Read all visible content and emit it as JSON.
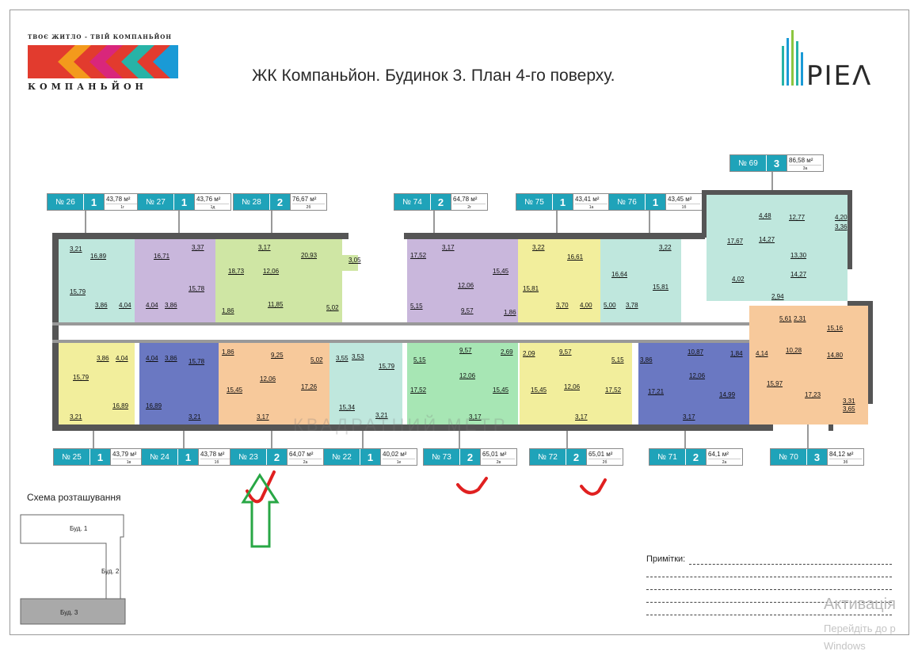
{
  "header": {
    "title": "ЖК Компаньйон. Будинок 3. План 4-го поверху.",
    "brand_tagline": "ТВОЄ ЖИТЛО - ТВІЙ КОМПАНЬЙОН",
    "brand_name": "КОМПАНЬЙОН",
    "partner_name": "PIEΛ"
  },
  "colors": {
    "teal": "#1fa3b9",
    "mint": "#bfe7dd",
    "lilac": "#c9b7dc",
    "lime": "#cfe6a4",
    "yellow": "#f2ee9c",
    "navy": "#6a78c2",
    "orange": "#f7c99b",
    "green_check": "#28a745",
    "red_check": "#e02020"
  },
  "top_apartments": [
    {
      "num": "№ 26",
      "rooms": "1",
      "area": "43,78 м²",
      "code": "1г"
    },
    {
      "num": "№ 27",
      "rooms": "1",
      "area": "43,76 м²",
      "code": "1д"
    },
    {
      "num": "№ 28",
      "rooms": "2",
      "area": "76,67 м²",
      "code": "2б"
    },
    {
      "num": "№ 74",
      "rooms": "2",
      "area": "64,78 м²",
      "code": "2г"
    },
    {
      "num": "№ 75",
      "rooms": "1",
      "area": "43,41 м²",
      "code": "1а"
    },
    {
      "num": "№ 76",
      "rooms": "1",
      "area": "43,45 м²",
      "code": "1б"
    },
    {
      "num": "№ 69",
      "rooms": "3",
      "area": "86,58 м²",
      "code": "3а"
    }
  ],
  "bottom_apartments": [
    {
      "num": "№ 25",
      "rooms": "1",
      "area": "43,79 м²",
      "code": "1в"
    },
    {
      "num": "№ 24",
      "rooms": "1",
      "area": "43,78 м²",
      "code": "1б"
    },
    {
      "num": "№ 23",
      "rooms": "2",
      "area": "64,07 м²",
      "code": "2а"
    },
    {
      "num": "№ 22",
      "rooms": "1",
      "area": "40,02 м²",
      "code": "1е"
    },
    {
      "num": "№ 73",
      "rooms": "2",
      "area": "65,01 м²",
      "code": "2в"
    },
    {
      "num": "№ 72",
      "rooms": "2",
      "area": "65,01 м²",
      "code": "2б"
    },
    {
      "num": "№ 71",
      "rooms": "2",
      "area": "64,1 м²",
      "code": "2а"
    },
    {
      "num": "№ 70",
      "rooms": "3",
      "area": "84,12 м²",
      "code": "3б"
    }
  ],
  "room_labels": [
    "3,21",
    "16,89",
    "15,79",
    "3,86",
    "4,04",
    "16,71",
    "3,37",
    "4,04",
    "3,86",
    "15,78",
    "18,73",
    "3,17",
    "12,06",
    "20,93",
    "3,05",
    "1,86",
    "11,85",
    "5,02",
    "17,52",
    "3,17",
    "15,45",
    "12,06",
    "5,15",
    "9,57",
    "1,86",
    "3,22",
    "16,61",
    "15,81",
    "3,70",
    "4,00",
    "3,22",
    "16,64",
    "15,81",
    "5,00",
    "3,78",
    "4,48",
    "12,77",
    "4,20",
    "3,36",
    "17,67",
    "14,27",
    "13,30",
    "4,02",
    "14,27",
    "2,94",
    "5,61",
    "2,31",
    "15,16",
    "10,28",
    "14,80",
    "4,14",
    "15,97",
    "17,23",
    "3,31",
    "3,65",
    "15,79",
    "3,86",
    "4,04",
    "16,89",
    "3,21",
    "4,04",
    "3,86",
    "15,78",
    "16,89",
    "3,21",
    "1,86",
    "9,25",
    "5,02",
    "15,45",
    "12,06",
    "17,26",
    "3,17",
    "3,55",
    "3,53",
    "15,79",
    "15,34",
    "3,21",
    "5,15",
    "9,57",
    "2,69",
    "17,52",
    "12,06",
    "15,45",
    "3,17",
    "2,09",
    "9,57",
    "5,15",
    "15,45",
    "12,06",
    "17,52",
    "3,17",
    "3,86",
    "10,87",
    "1,84",
    "17,21",
    "12,06",
    "14,99",
    "3,17"
  ],
  "watermark": "КВАДРАТНИЙ МЕТР",
  "scheme": {
    "title": "Схема розташування",
    "b1": "Буд. 1",
    "b2": "Буд. 2",
    "b3": "Буд. 3"
  },
  "notes": {
    "title": "Примітки:"
  },
  "os_overlay": {
    "activation": "Активація",
    "line1": "Перейдіть до р",
    "line2": "Windows"
  }
}
